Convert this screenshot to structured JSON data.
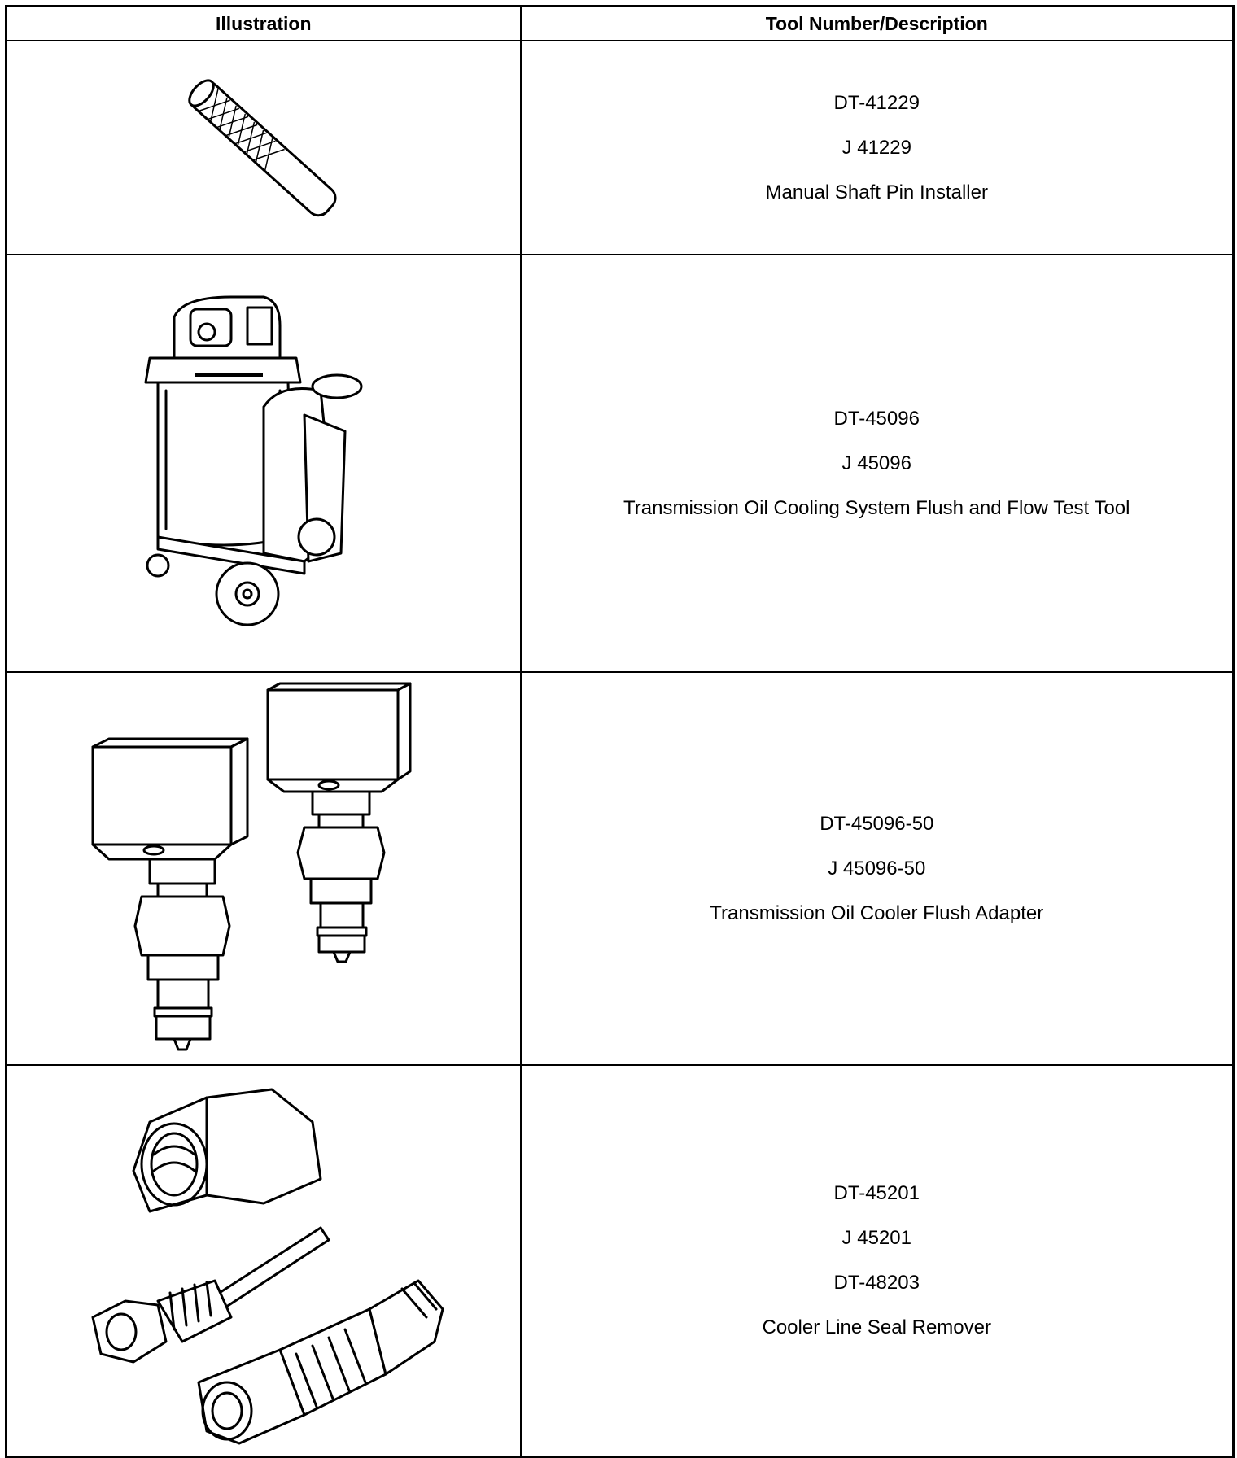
{
  "table": {
    "headers": {
      "illustration": "Illustration",
      "tool": "Tool Number/Description"
    },
    "rows": [
      {
        "illustration_icon": "pin-installer-illustration",
        "lines": [
          "DT-41229",
          "J 41229",
          "Manual Shaft Pin Installer"
        ]
      },
      {
        "illustration_icon": "flush-machine-illustration",
        "lines": [
          "DT-45096",
          "J 45096",
          "Transmission Oil Cooling System Flush and Flow Test Tool"
        ]
      },
      {
        "illustration_icon": "flush-adapter-illustration",
        "lines": [
          "DT-45096-50",
          "J 45096-50",
          "Transmission Oil Cooler Flush Adapter"
        ]
      },
      {
        "illustration_icon": "seal-remover-illustration",
        "lines": [
          "DT-45201",
          "J 45201",
          "DT-48203",
          "Cooler Line Seal Remover"
        ]
      }
    ]
  }
}
